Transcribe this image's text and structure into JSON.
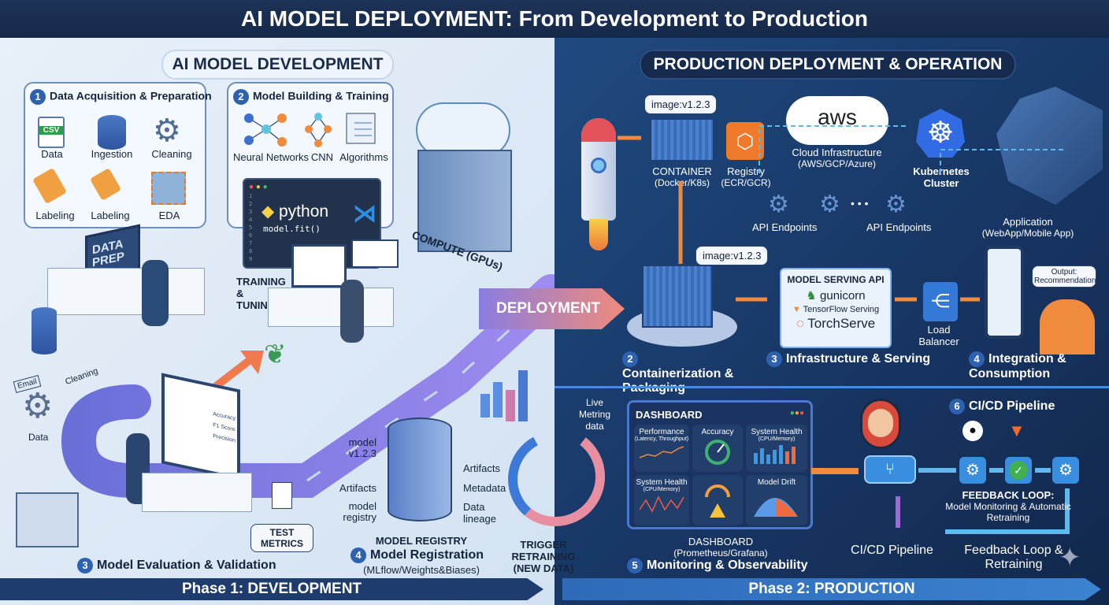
{
  "title": "AI MODEL DEPLOYMENT: From Development to Production",
  "left": {
    "header": "AI MODEL DEVELOPMENT",
    "box1": {
      "title": "Data Acquisition & Preparation",
      "num": "1",
      "csv": "CSV",
      "items": [
        "Data",
        "Ingestion",
        "Cleaning",
        "Labeling",
        "Labeling",
        "EDA"
      ]
    },
    "box2": {
      "title": "Model Building & Training",
      "num": "2",
      "items": [
        "Neural Networks",
        "CNN",
        "Algorithms"
      ]
    },
    "code": {
      "lines": [
        "1",
        "2",
        "3",
        "4",
        "5",
        "6",
        "7",
        "8",
        "9"
      ],
      "python": "python",
      "call": "model.fit()"
    },
    "data_prep": "DATA PREP",
    "compute": "COMPUTE (GPUs)",
    "training": "TRAINING & TUNING",
    "cleaning": "Cleaning",
    "data": "Data",
    "eval_screen": [
      "Accuracy",
      "F1 Score",
      "Precision"
    ],
    "test_metrics": "TEST METRICS",
    "registry_left": [
      "model v1.2.3",
      "Artifacts",
      "model registry"
    ],
    "registry_right": [
      "Artifacts",
      "Metadata",
      "Data lineage"
    ],
    "model_registry": "MODEL REGISTRY",
    "step3": {
      "num": "3",
      "label": "Model Evaluation & Validation"
    },
    "step4": {
      "num": "4",
      "label": "Model Registration",
      "sub": "(MLflow/Weights&Biases)"
    },
    "phase": "Phase 1: DEVELOPMENT"
  },
  "deployment_arrow": "DEPLOYMENT",
  "trigger": "TRIGGER RETRAINING (NEW DATA)",
  "right": {
    "header": "PRODUCTION DEPLOYMENT & OPERATION",
    "image_tag": "image:v1.2.3",
    "image_tag2": "image:v1.2.3",
    "container": "CONTAINER",
    "container_sub": "(Docker/K8s)",
    "registry": "Registry",
    "registry_sub": "(ECR/GCR)",
    "aws": "aws",
    "cloud": "Cloud Infrastructure",
    "cloud_sub": "(AWS/GCP/Azure)",
    "k8s": "Kubernetes Cluster",
    "api1": "API Endpoints",
    "api2": "API Endpoints",
    "dots": "• • •",
    "application": "Application",
    "application_sub": "(WebApp/Mobile App)",
    "output": "Output: Recommendation",
    "serving": {
      "title": "MODEL SERVING API",
      "items": [
        "gunicorn",
        "TensorFlow Serving",
        "TorchServe"
      ]
    },
    "lb": "Load Balancer",
    "step2": {
      "num": "2",
      "label": "Containerization & Packaging"
    },
    "step3": {
      "num": "3",
      "label": "Infrastructure & Serving"
    },
    "step4": {
      "num": "4",
      "label": "Integration & Consumption"
    },
    "live": "Live Metring data",
    "dashboard": {
      "title": "DASHBOARD",
      "panels": [
        {
          "title": "Performance",
          "sub": "(Latency, Throughput)"
        },
        {
          "title": "Accuracy",
          "sub": ""
        },
        {
          "title": "System Health",
          "sub": "(CPU/Memory)"
        },
        {
          "title": "System Health",
          "sub": "(CPU/Memory)"
        },
        {
          "title": "",
          "sub": ""
        },
        {
          "title": "Model Drift",
          "sub": ""
        }
      ],
      "caption": "DASHBOARD",
      "caption_sub": "(Prometheus/Grafana)"
    },
    "step5": {
      "num": "5",
      "label": "Monitoring & Observability"
    },
    "step6": {
      "num": "6",
      "label": "CI/CD Pipeline"
    },
    "feedback": "FEEDBACK LOOP:",
    "feedback_sub": "Model Monitoring & Automatic Retraining",
    "cicd": "CI/CD Pipeline",
    "feedback_retrain": "Feedback Loop & Retraining",
    "phase": "Phase 2: PRODUCTION"
  },
  "colors": {
    "navy": "#1d3357",
    "accent": "#2e62b0",
    "orange": "#f08a3c",
    "purple": "#7b5fd0"
  }
}
